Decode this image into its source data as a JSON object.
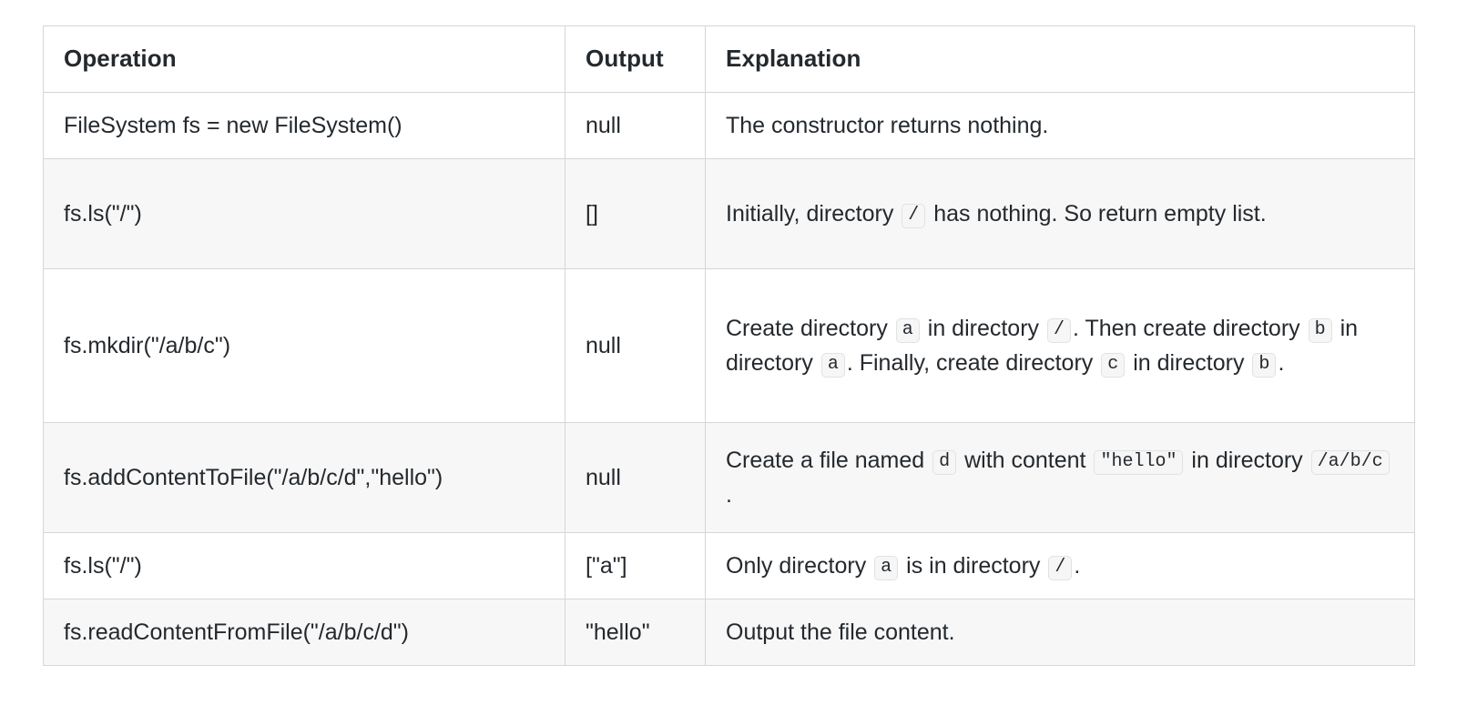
{
  "table": {
    "name": "filesystem-operations-table",
    "columns": [
      {
        "key": "operation",
        "label": "Operation"
      },
      {
        "key": "output",
        "label": "Output"
      },
      {
        "key": "explanation",
        "label": "Explanation"
      }
    ],
    "colors": {
      "border": "#d6d6d6",
      "stripe_background": "#f7f7f7",
      "plain_background": "#ffffff",
      "text": "#24292e",
      "code_chip_background": "#f6f6f6",
      "code_chip_border": "#e2e2e2"
    },
    "rows": [
      {
        "operation": "FileSystem fs = new FileSystem()",
        "output": "null",
        "explanation": {
          "parts": [
            {
              "type": "text",
              "value": "The constructor returns nothing."
            }
          ]
        },
        "striped": false
      },
      {
        "operation": "fs.ls(\"/\")",
        "output": "[]",
        "explanation": {
          "parts": [
            {
              "type": "text",
              "value": "Initially, directory "
            },
            {
              "type": "code",
              "value": "/"
            },
            {
              "type": "text",
              "value": " has nothing. So return empty list."
            }
          ]
        },
        "striped": true
      },
      {
        "operation": "fs.mkdir(\"/a/b/c\")",
        "output": "null",
        "explanation": {
          "parts": [
            {
              "type": "text",
              "value": "Create directory "
            },
            {
              "type": "code",
              "value": "a"
            },
            {
              "type": "text",
              "value": " in directory "
            },
            {
              "type": "code",
              "value": "/"
            },
            {
              "type": "text",
              "value": ". Then create directory "
            },
            {
              "type": "code",
              "value": "b"
            },
            {
              "type": "text",
              "value": " in directory "
            },
            {
              "type": "code",
              "value": "a"
            },
            {
              "type": "text",
              "value": ". Finally, create directory "
            },
            {
              "type": "code",
              "value": "c"
            },
            {
              "type": "text",
              "value": " in directory "
            },
            {
              "type": "code",
              "value": "b"
            },
            {
              "type": "text",
              "value": "."
            }
          ]
        },
        "striped": false
      },
      {
        "operation": "fs.addContentToFile(\"/a/b/c/d\",\"hello\")",
        "output": "null",
        "explanation": {
          "parts": [
            {
              "type": "text",
              "value": "Create a file named "
            },
            {
              "type": "code",
              "value": "d"
            },
            {
              "type": "text",
              "value": " with content "
            },
            {
              "type": "code",
              "value": "\"hello\""
            },
            {
              "type": "text",
              "value": " in directory "
            },
            {
              "type": "code",
              "value": "/a/b/c"
            },
            {
              "type": "text",
              "value": "."
            }
          ]
        },
        "striped": true
      },
      {
        "operation": "fs.ls(\"/\")",
        "output": "[\"a\"]",
        "explanation": {
          "parts": [
            {
              "type": "text",
              "value": "Only directory "
            },
            {
              "type": "code",
              "value": "a"
            },
            {
              "type": "text",
              "value": " is in directory "
            },
            {
              "type": "code",
              "value": "/"
            },
            {
              "type": "text",
              "value": "."
            }
          ]
        },
        "striped": false
      },
      {
        "operation": "fs.readContentFromFile(\"/a/b/c/d\")",
        "output": "\"hello\"",
        "explanation": {
          "parts": [
            {
              "type": "text",
              "value": "Output the file content."
            }
          ]
        },
        "striped": true
      }
    ]
  }
}
